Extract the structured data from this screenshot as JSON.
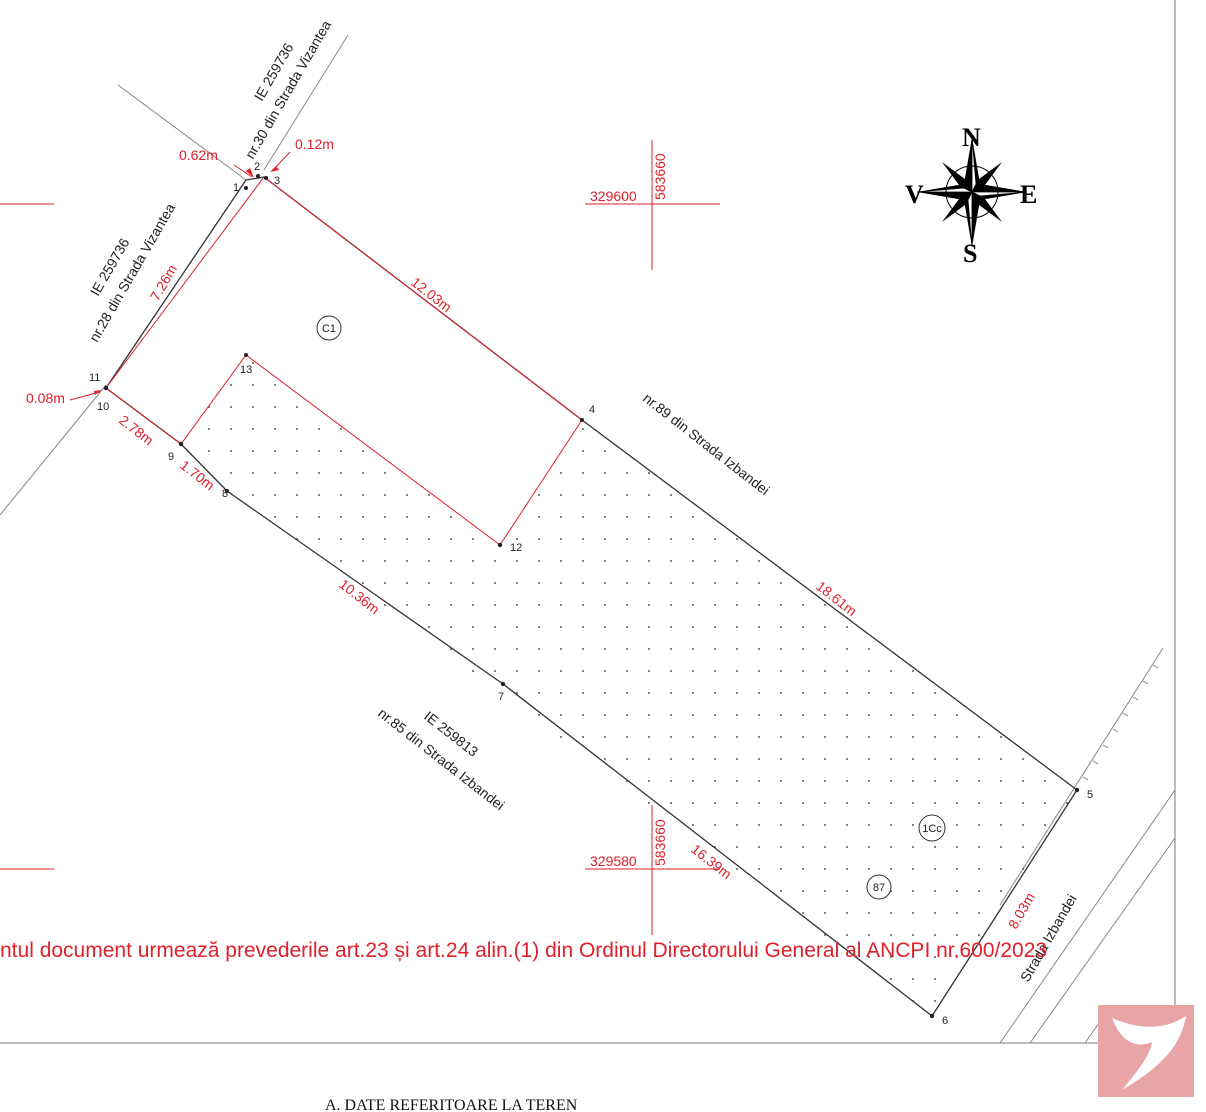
{
  "neighbors": {
    "north_top_id": "IE 259736",
    "north_top_addr": "nr.30 din Strada Vizantea",
    "west_id": "IE 259736",
    "west_addr": "nr.28 din Strada Vizantea",
    "east_addr": "nr.89 din Strada Izbandei",
    "south_id": "IE 259813",
    "south_addr": "nr.85 din Strada Izbandei",
    "street": "Strada Izbandei"
  },
  "dimensions": {
    "d_062": "0.62m",
    "d_012": "0.12m",
    "d_726": "7.26m",
    "d_1203": "12.03m",
    "d_008": "0.08m",
    "d_278": "2.78m",
    "d_170": "1.70m",
    "d_1036": "10.36m",
    "d_1861": "18.61m",
    "d_1639": "16.39m",
    "d_803": "8.03m"
  },
  "coordinates": {
    "grid1_x": "329600",
    "grid1_y": "583660",
    "grid2_x": "329580",
    "grid2_y": "583660"
  },
  "compass": {
    "north": "N",
    "south": "S",
    "east": "E",
    "west": "V"
  },
  "building_labels": {
    "c1": "C1",
    "c1cc": "1Cc",
    "parcel": "87"
  },
  "points": {
    "p1": "1",
    "p2": "2",
    "p3": "3",
    "p4": "4",
    "p5": "5",
    "p6": "6",
    "p7": "7",
    "p8": "8",
    "p9": "9",
    "p10": "10",
    "p11": "11",
    "p12": "12",
    "p13": "13"
  },
  "legal_note": "ntul document urmează prevederile art.23 și art.24 alin.(1) din Ordinul Directorului General al ANCPI nr.600/2023",
  "section_title": "A. DATE REFERITOARE LA TEREN",
  "colors": {
    "red": "#e0202a",
    "line": "#333333",
    "logo": "#e8a5a5"
  }
}
